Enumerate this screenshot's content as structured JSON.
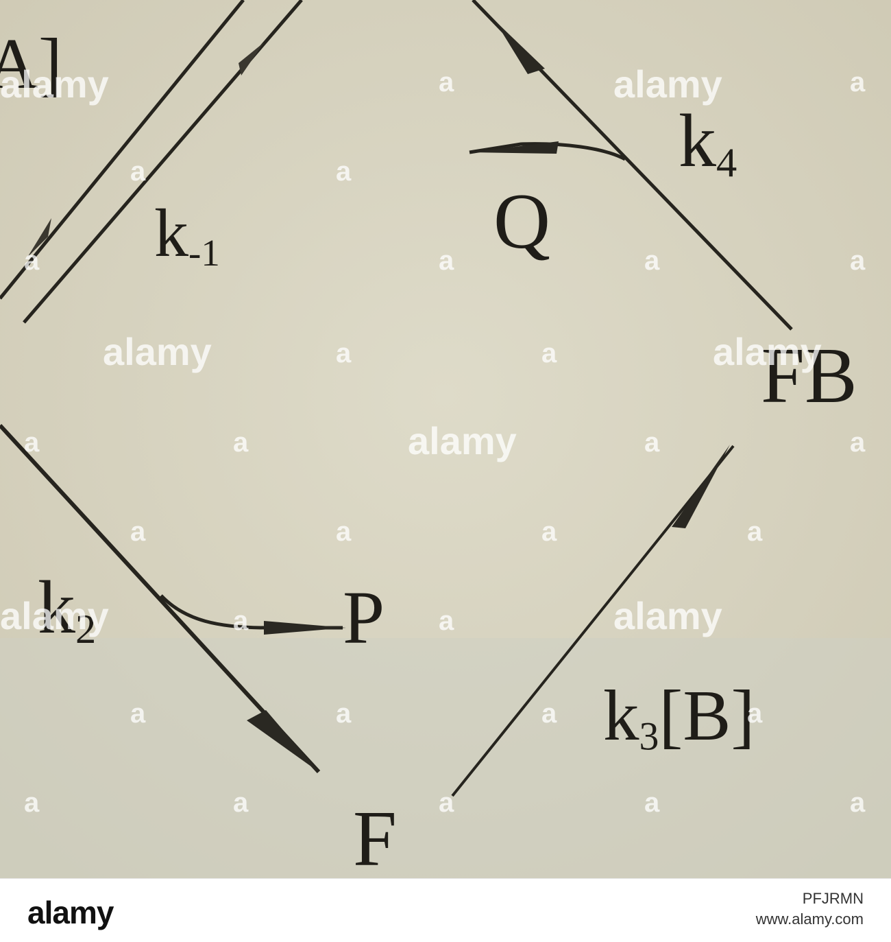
{
  "diagram": {
    "labels": {
      "a_fragment": "A",
      "k_minus_1_base": "k",
      "k_minus_1_sub": "-1",
      "k4_base": "k",
      "k4_sub": "4",
      "Q": "Q",
      "FB": "FB",
      "k2_base": "k",
      "k2_sub": "2",
      "P": "P",
      "k3_base": "k",
      "k3_sub": "3",
      "k3_bracket": "[B]",
      "F": "F"
    },
    "colors": {
      "background": "#d9d5c2",
      "ink": "#1f1d18"
    }
  },
  "watermark": {
    "text": "alamy",
    "small_mark": "a"
  },
  "footer": {
    "logo": "alamy",
    "image_id": "PFJRMN",
    "site": "www.alamy.com"
  }
}
